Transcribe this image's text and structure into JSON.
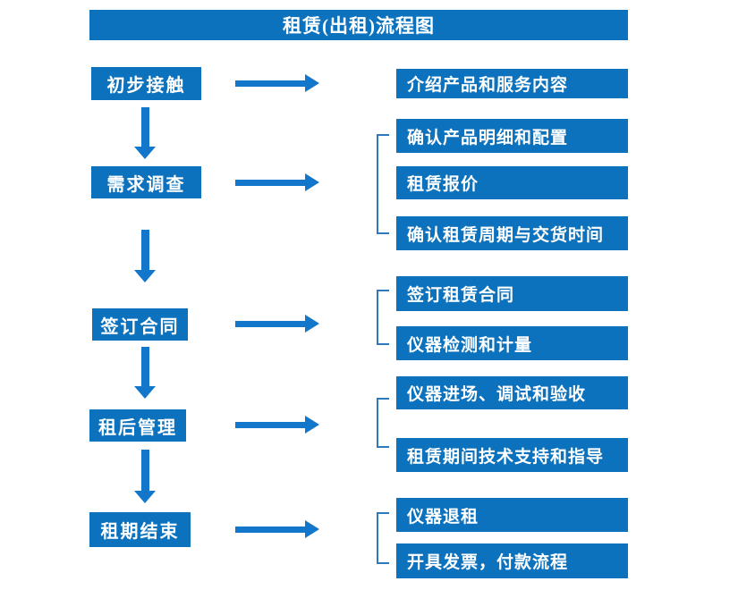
{
  "title": "租赁(出租)流程图",
  "colors": {
    "box_blue": "#0c72bd",
    "arrow_blue": "#1277ca",
    "bracket_blue": "#2e79bd",
    "text_white": "#ffffff"
  },
  "steps": [
    {
      "label": "初步接触",
      "children": [
        "介绍产品和服务内容"
      ]
    },
    {
      "label": "需求调查",
      "children": [
        "确认产品明细和配置",
        "租赁报价",
        "确认租赁周期与交货时间"
      ]
    },
    {
      "label": "签订合同",
      "children": [
        "签订租赁合同",
        "仪器检测和计量"
      ]
    },
    {
      "label": "租后管理",
      "children": [
        "仪器进场、调试和验收",
        "租赁期间技术支持和指导"
      ]
    },
    {
      "label": "租期结束",
      "children": [
        "仪器退租",
        "开具发票，付款流程"
      ]
    }
  ]
}
